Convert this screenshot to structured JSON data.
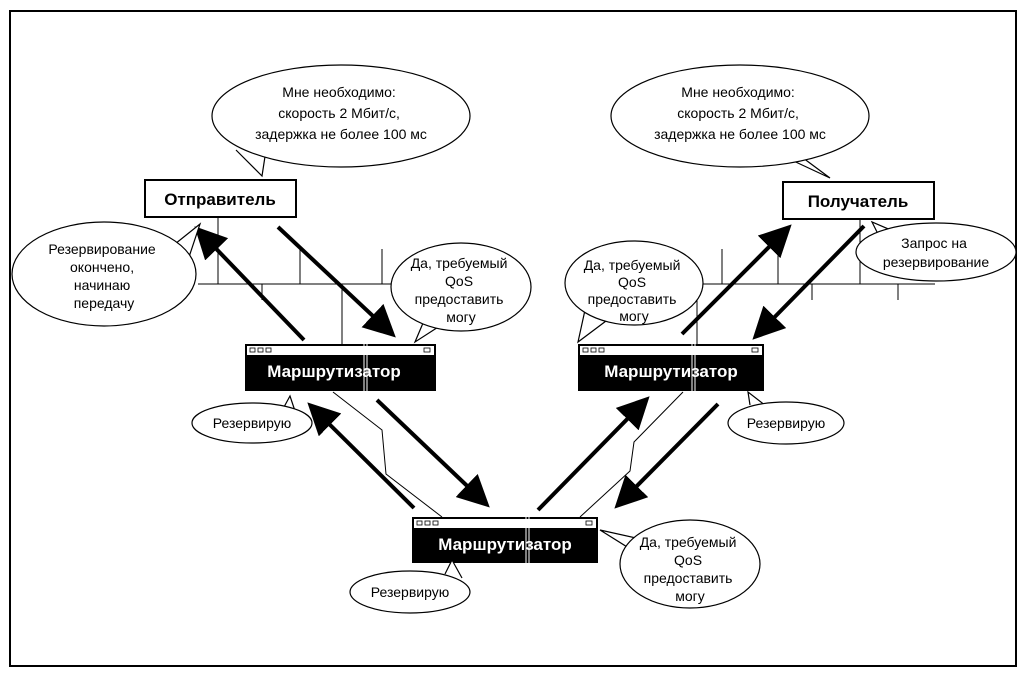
{
  "nodes": {
    "sender": "Отправитель",
    "receiver": "Получатель",
    "router_left": "Маршрутизатор",
    "router_right": "Маршрутизатор",
    "router_bottom": "Маршрутизатор"
  },
  "bubbles": {
    "sender_need": [
      "Мне необходимо:",
      "скорость 2 Мбит/с,",
      "задержка не более 100 мс"
    ],
    "receiver_need": [
      "Мне необходимо:",
      "скорость 2 Мбит/с,",
      "задержка не более 100 мс"
    ],
    "sender_done": [
      "Резервирование",
      "окончено,",
      "начинаю",
      "передачу"
    ],
    "receiver_request": [
      "Запрос на",
      "резервирование"
    ],
    "router_left_qos": [
      "Да, требуемый",
      "QoS",
      "предоставить",
      "могу"
    ],
    "router_right_qos": [
      "Да, требуемый",
      "QoS",
      "предоставить",
      "могу"
    ],
    "router_bottom_qos": [
      "Да, требуемый",
      "QoS",
      "предоставить",
      "могу"
    ],
    "router_left_reserve": [
      "Резервирую"
    ],
    "router_right_reserve": [
      "Резервирую"
    ],
    "router_bottom_reserve": [
      "Резервирую"
    ]
  }
}
